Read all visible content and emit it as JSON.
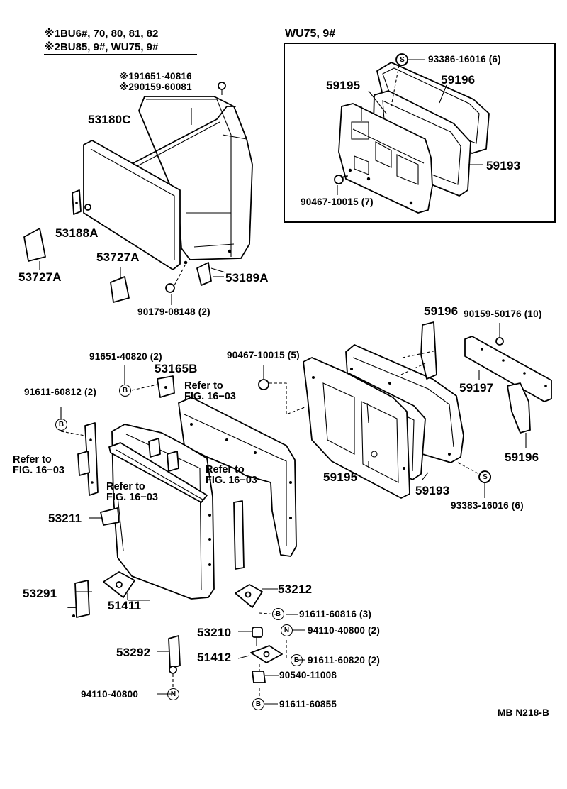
{
  "header": {
    "line1_mark": "※1",
    "line1_models": "BU6#, 70, 80, 81, 82",
    "line2_mark": "※2",
    "line2_models": "BU85, 9#, WU75, 9#"
  },
  "inset": {
    "title": "WU75, 9#",
    "labels": {
      "p93386": "93386-16016 (6)",
      "p59195": "59195",
      "p59196": "59196",
      "p59193": "59193",
      "p90467": "90467-10015 (7)"
    },
    "badge_s": "S"
  },
  "upper_left": {
    "mark1": "※1",
    "mark2": "※2",
    "p91651_40816": "91651-40816",
    "p90159_60081": "90159-60081",
    "p53180C": "53180C",
    "p53188A": "53188A",
    "p53727A_left": "53727A",
    "p53727A_mid": "53727A",
    "p53189A": "53189A",
    "p90179": "90179-08148 (2)"
  },
  "lower_left": {
    "p91651_40820": "91651-40820 (2)",
    "p53165B": "53165B",
    "refer_a_1": "Refer to",
    "refer_a_2": "FIG. 16−03",
    "p91611_60812": "91611-60812 (2)",
    "refer_b_1": "Refer to",
    "refer_b_2": "FIG. 16−03",
    "refer_c_1": "Refer to",
    "refer_c_2": "FIG. 16−03",
    "refer_d_1": "Refer to",
    "refer_d_2": "FIG. 16−03",
    "p53211": "53211",
    "p53291": "53291",
    "p51411": "51411",
    "p53212": "53212",
    "p91611_60816": "91611-60816 (3)",
    "p53210": "53210",
    "p94110_40800_2": "94110-40800 (2)",
    "p53292": "53292",
    "p51412": "51412",
    "p91611_60820": "91611-60820 (2)",
    "p90540": "90540-11008",
    "p94110_40800": "94110-40800",
    "p91611_60855": "91611-60855",
    "badge_b": "B",
    "badge_n": "N"
  },
  "right": {
    "p59196_top": "59196",
    "p90159_50176": "90159-50176 (10)",
    "p90467_10015": "90467-10015 (5)",
    "p59197": "59197",
    "p59196_bottom": "59196",
    "p59195": "59195",
    "p59193": "59193",
    "p93383": "93383-16016 (6)",
    "badge_s": "S"
  },
  "diagram_code": "MB N218-B"
}
